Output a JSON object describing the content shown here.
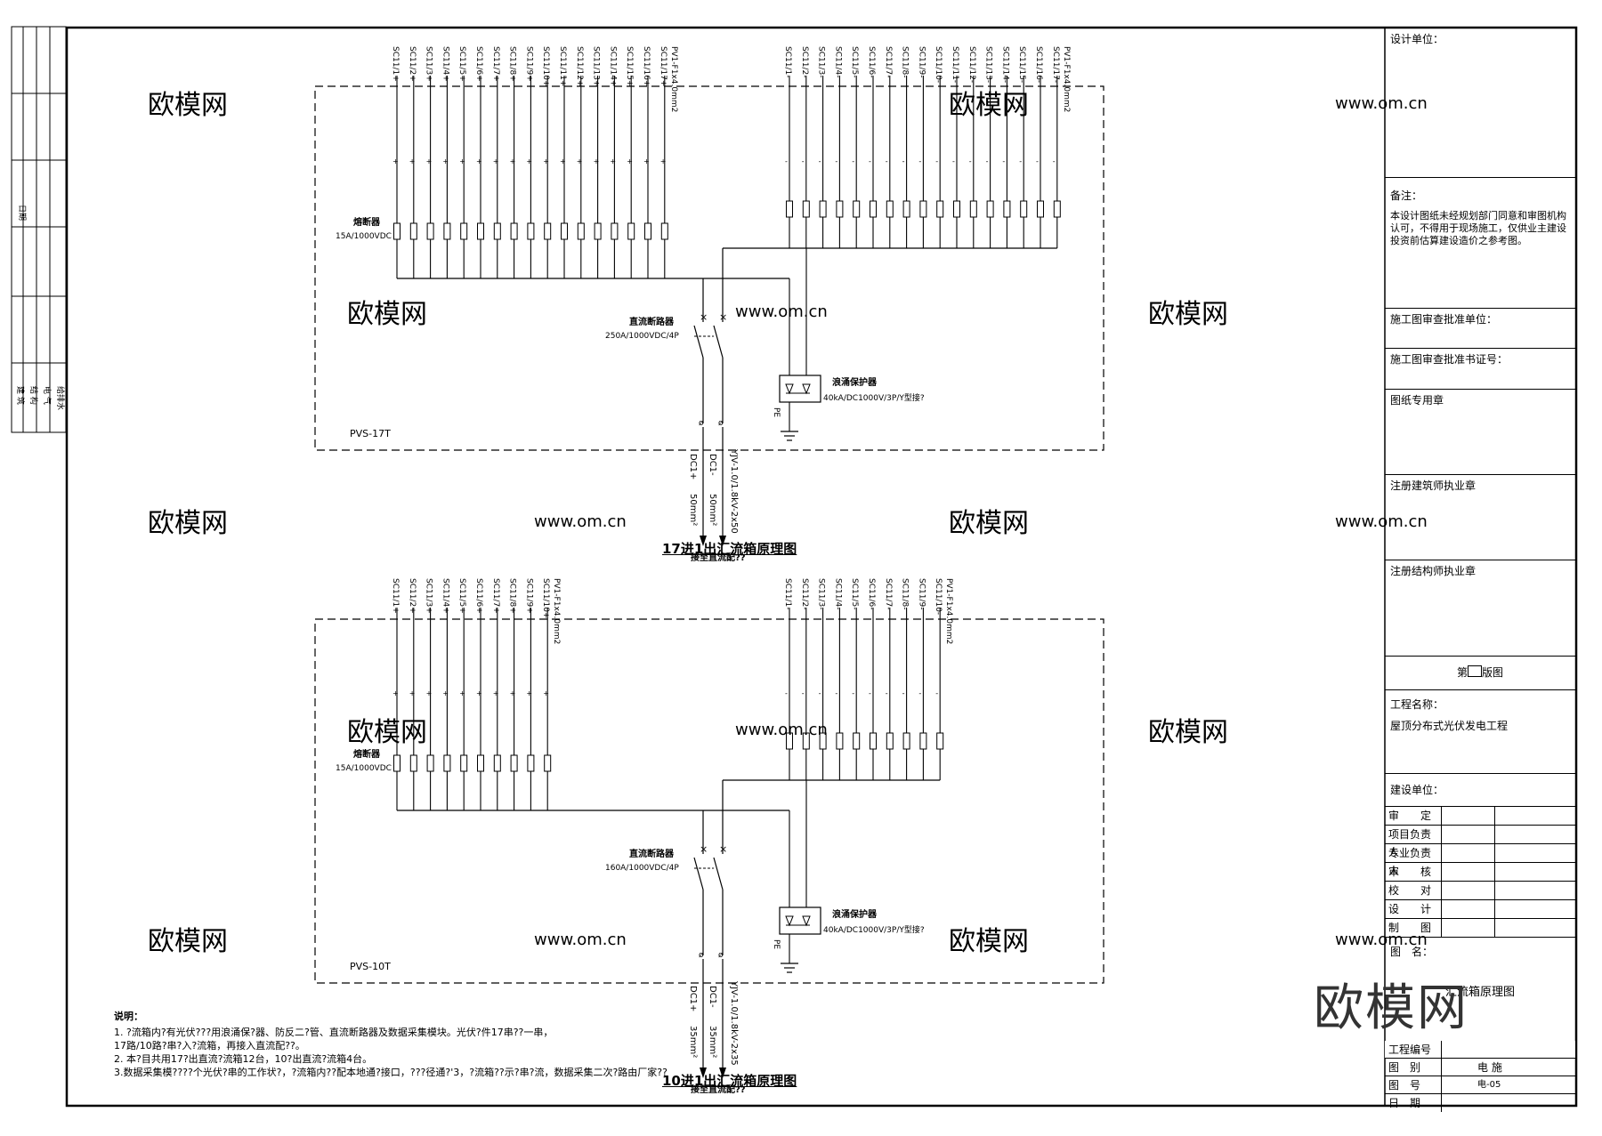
{
  "sheet": {
    "left_strip": [
      "建 筑",
      "结 构",
      "电 气",
      "给排水"
    ],
    "left_strip_label": "日期"
  },
  "box1": {
    "box_label": "PVS-17T",
    "inputs_left": [
      "SC11/1+",
      "SC11/2+",
      "SC11/3+",
      "SC11/4+",
      "SC11/5+",
      "SC11/6+",
      "SC11/7+",
      "SC11/8+",
      "SC11/9+",
      "SC11/10+",
      "SC11/11+",
      "SC11/12+",
      "SC11/13+",
      "SC11/14+",
      "SC11/15+",
      "SC11/16+",
      "SC11/17+"
    ],
    "inputs_right": [
      "SC11/1-",
      "SC11/2-",
      "SC11/3-",
      "SC11/4-",
      "SC11/5-",
      "SC11/6-",
      "SC11/7-",
      "SC11/8-",
      "SC11/9-",
      "SC11/10-",
      "SC11/11-",
      "SC11/12-",
      "SC11/13-",
      "SC11/14-",
      "SC11/15-",
      "SC11/16-",
      "SC11/17-"
    ],
    "cable_left": "PV1-F1x4.0mm2",
    "cable_right": "PV1-F1x4.0mm2",
    "fuse_label": "熔断器",
    "fuse_spec": "15A/1000VDC",
    "breaker_label": "直流断路器",
    "breaker_spec": "250A/1000VDC/4P",
    "spd_label": "浪涌保护器",
    "spd_spec": "40kA/DC1000V/3P/Y型接?",
    "pe": "PE",
    "out_pos": "DC1+",
    "out_neg": "DC1-",
    "out_cable": "YJV-1.0/1.8kV-2x50",
    "out_size_pos": "50mm²",
    "out_size_neg": "50mm²",
    "out_dest": "接至直流配??",
    "caption": "17进1出汇流箱原理图"
  },
  "box2": {
    "box_label": "PVS-10T",
    "inputs_left": [
      "SC11/1+",
      "SC11/2+",
      "SC11/3+",
      "SC11/4+",
      "SC11/5+",
      "SC11/6+",
      "SC11/7+",
      "SC11/8+",
      "SC11/9+",
      "SC11/10+"
    ],
    "inputs_right": [
      "SC11/1-",
      "SC11/2-",
      "SC11/3-",
      "SC11/4-",
      "SC11/5-",
      "SC11/6-",
      "SC11/7-",
      "SC11/8-",
      "SC11/9-",
      "SC11/10-"
    ],
    "cable_left": "PV1-F1x4.0mm2",
    "cable_right": "PV1-F1x4.0mm2",
    "fuse_label": "熔断器",
    "fuse_spec": "15A/1000VDC",
    "breaker_label": "直流断路器",
    "breaker_spec": "160A/1000VDC/4P",
    "spd_label": "浪涌保护器",
    "spd_spec": "40kA/DC1000V/3P/Y型接?",
    "pe": "PE",
    "out_pos": "DC1+",
    "out_neg": "DC1-",
    "out_cable": "YJV-1.0/1.8kV-2x35",
    "out_size_pos": "35mm²",
    "out_size_neg": "35mm²",
    "out_dest": "接至直流配??",
    "caption": "10进1出汇流箱原理图"
  },
  "notes": {
    "title": "说明：",
    "lines": [
      "1. ?流箱内?有光伏???用浪涌保?器、防反二?管、直流断路器及数据采集模块。光伏?件17串??一串，",
      "   17路/10路?串?入?流箱，再接入直流配??。",
      "2. 本?目共用17?出直流?流箱12台，10?出直流?流箱4台。",
      "3.数据采集模????个光伏?串的工作状?，?流箱内??配本地通?接口，???径通?'3，?流箱??示?串?流，数据采集二次?路由厂家??"
    ]
  },
  "title_block": {
    "design_unit": "设计单位：",
    "remarks_title": "备注：",
    "remarks_text": "本设计图纸未经规划部门同意和审图机构认可，不得用于现场施工，仅供业主建设投资前估算建设造价之参考图。",
    "approval_unit": "施工图审查批准单位：",
    "approval_cert": "施工图审查批准书证号：",
    "drawing_seal": "图纸专用章",
    "architect_seal": "注册建筑师执业章",
    "structural_seal": "注册结构师执业章",
    "edition_prefix": "第",
    "edition_suffix": "版图",
    "project_name_label": "工程名称：",
    "project_name": "屋顶分布式光伏发电工程",
    "client_label": "建设单位：",
    "signatures": [
      "审　　定",
      "项目负责人",
      "专业负责人",
      "审　　核",
      "校　　对",
      "设　　计",
      "制　　图"
    ],
    "drawing_name_label": "图　名：",
    "drawing_name": "汇流箱原理图",
    "project_no_label": "工程编号",
    "discipline_label": "图　别",
    "discipline": "电 施",
    "drawing_no_label": "图　号",
    "drawing_no": "电-05",
    "date_label": "日　期"
  },
  "watermark": {
    "brand": "欧模网",
    "url": "www.om.cn"
  }
}
